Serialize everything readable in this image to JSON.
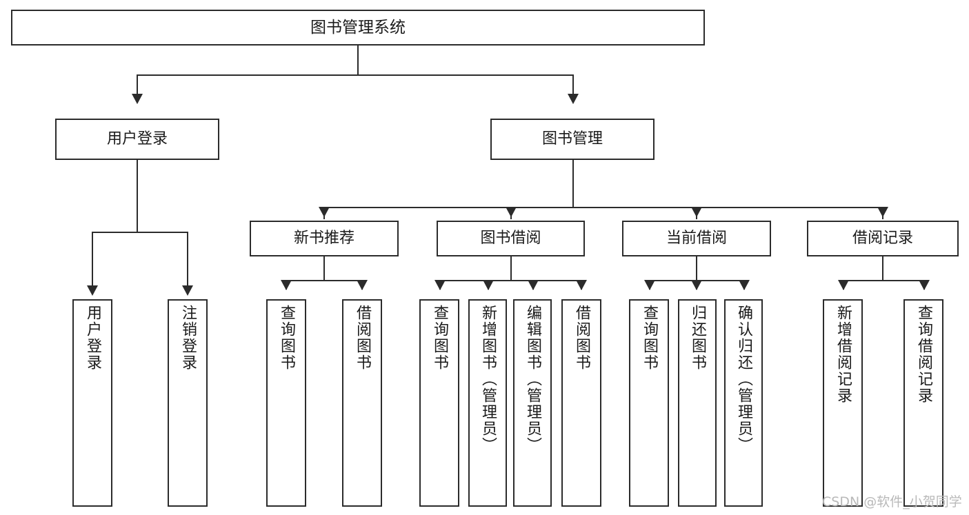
{
  "diagram": {
    "type": "tree-hierarchy",
    "title": "图书管理系统",
    "watermark": "CSDN @软件_小贺同学",
    "colors": {
      "stroke": "#2b2b2b",
      "background": "#ffffff",
      "text": "#1a1a1a",
      "watermark": "#b9b9b9"
    },
    "root": {
      "label": "图书管理系统"
    },
    "level2": [
      {
        "label": "用户登录"
      },
      {
        "label": "图书管理"
      }
    ],
    "level3": [
      {
        "label": "新书推荐"
      },
      {
        "label": "图书借阅"
      },
      {
        "label": "当前借阅"
      },
      {
        "label": "借阅记录"
      }
    ],
    "leaves": {
      "user_login": [
        {
          "label": "用户登录"
        },
        {
          "label": "注销登录"
        }
      ],
      "new_book": [
        {
          "label": "查询图书"
        },
        {
          "label": "借阅图书"
        }
      ],
      "book_borrow": [
        {
          "label": "查询图书"
        },
        {
          "label": "新增图书（管理员）"
        },
        {
          "label": "编辑图书（管理员）"
        },
        {
          "label": "借阅图书"
        }
      ],
      "current_borrow": [
        {
          "label": "查询图书"
        },
        {
          "label": "归还图书"
        },
        {
          "label": "确认归还（管理员）"
        }
      ],
      "borrow_record": [
        {
          "label": "新增借阅记录"
        },
        {
          "label": "查询借阅记录"
        }
      ]
    }
  }
}
